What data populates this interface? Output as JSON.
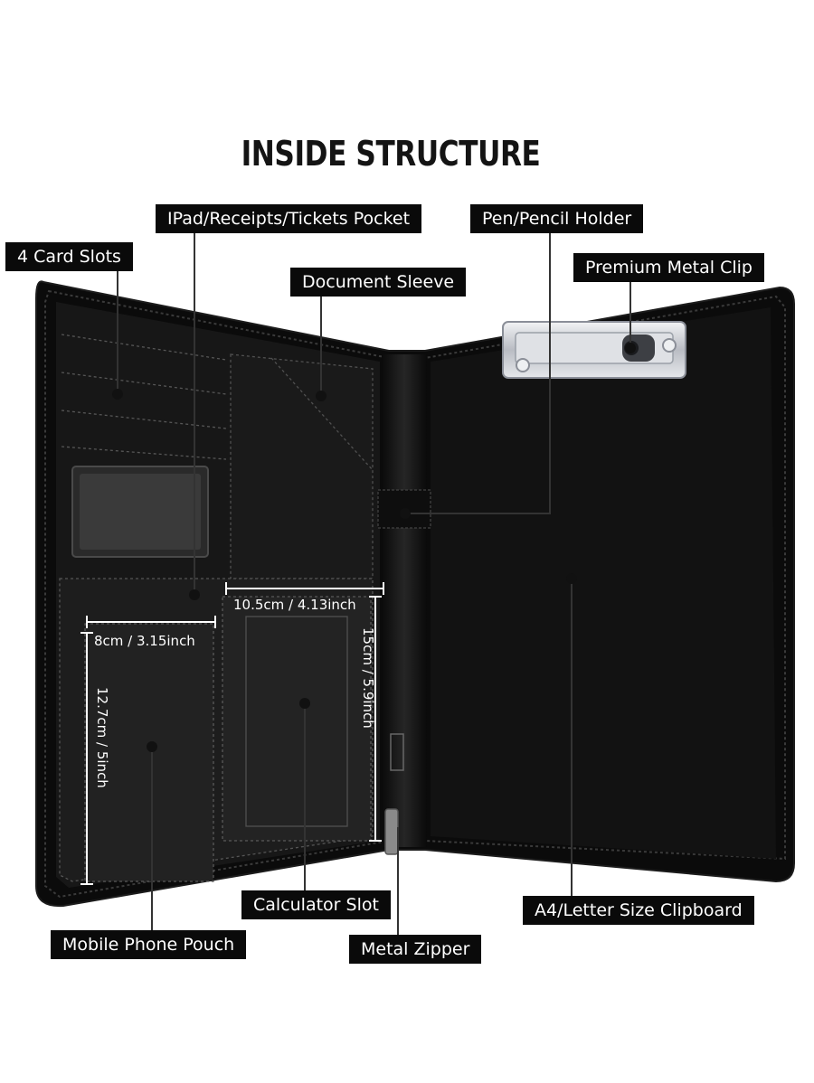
{
  "title": "INSIDE STRUCTURE",
  "labels": {
    "ipad_pocket": "IPad/Receipts/Tickets Pocket",
    "pen_holder": "Pen/Pencil Holder",
    "card_slots": "4 Card Slots",
    "metal_clip": "Premium Metal Clip",
    "document_sleeve": "Document Sleeve",
    "calculator_slot": "Calculator Slot",
    "clipboard": "A4/Letter Size Clipboard",
    "phone_pouch": "Mobile Phone Pouch",
    "metal_zipper": "Metal Zipper"
  },
  "dimensions": {
    "pocket_width": "10.5cm / 4.13inch",
    "pocket_height": "15cm / 5.9inch",
    "phone_width": "8cm / 3.15inch",
    "phone_height": "12.7cm / 5inch"
  },
  "colors": {
    "background": "#ffffff",
    "label_bg": "#0a0a0a",
    "label_text": "#ffffff",
    "leather": "#141414",
    "leather_dark": "#050505",
    "stitch": "#5a5a5a",
    "leader_line": "#333333",
    "clip_metal": "#c9ccd2"
  }
}
